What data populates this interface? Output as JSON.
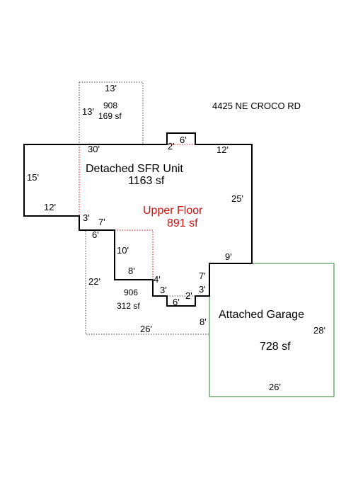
{
  "address": "4425 NE CROCO RD",
  "areas": {
    "addition": {
      "code": "908",
      "sf": "169 sf"
    },
    "main": {
      "name": "Detached SFR Unit",
      "sf": "1163 sf"
    },
    "upper": {
      "name": "Upper Floor",
      "sf": "891 sf"
    },
    "lower": {
      "code": "906",
      "sf": "312 sf"
    },
    "garage": {
      "name": "Attached Garage",
      "sf": "728 sf"
    }
  },
  "dims": {
    "add_top": "13'",
    "add_left": "13'",
    "main_top_left": "30'",
    "bump_width": "6'",
    "bump_height": "2'",
    "main_top_right": "12'",
    "main_left": "15'",
    "main_bottom_left": "12'",
    "main_right": "25'",
    "step_a": "3'",
    "step_b": "7'",
    "step_c": "6'",
    "inner_10": "10'",
    "inner_8": "8'",
    "lower_left": "22'",
    "step_4": "4'",
    "step_3a": "3'",
    "step_6": "6'",
    "step_2": "2'",
    "step_3b": "3'",
    "step_7": "7'",
    "step_9": "9'",
    "lower_bottom": "26'",
    "lower_right": "8'",
    "garage_right": "28'",
    "garage_bottom": "26'"
  },
  "colors": {
    "wall": "#000000",
    "upper_floor": "#cc1111",
    "garage": "#2e7d32",
    "dotted": "#444444"
  }
}
